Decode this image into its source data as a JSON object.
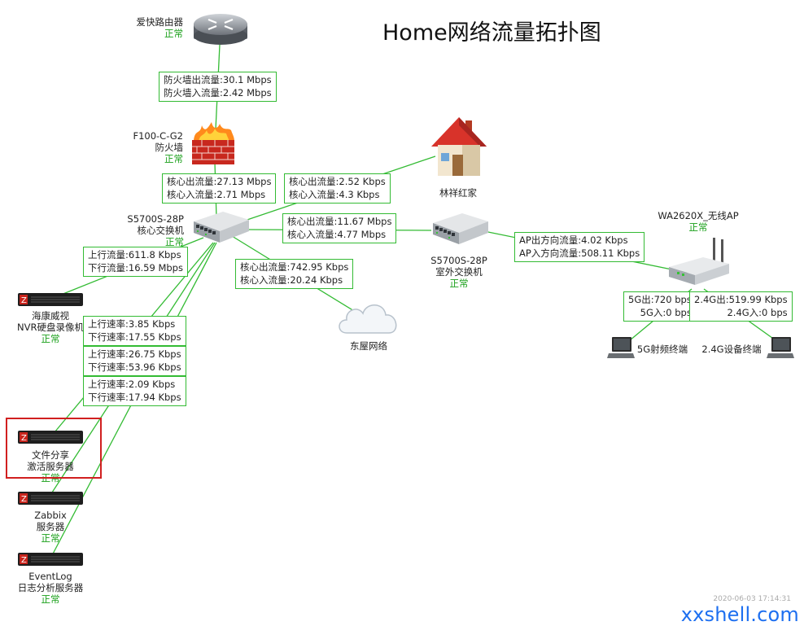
{
  "title": "Home网络流量拓扑图",
  "status_ok": "正常",
  "status_color": "#1aa01a",
  "line_color": "#33bb33",
  "highlight_color": "#d12020",
  "nodes": {
    "router": {
      "name": "爱快路由器",
      "status": "正常",
      "icon": "router-icon"
    },
    "firewall": {
      "name1": "F100-C-G2",
      "name2": "防火墙",
      "status": "正常",
      "icon": "firewall-icon"
    },
    "core_switch": {
      "name1": "S5700S-28P",
      "name2": "核心交换机",
      "status": "正常",
      "icon": "switch-icon"
    },
    "house": {
      "name": "林祥红家",
      "icon": "house-icon"
    },
    "outdoor_switch": {
      "name1": "S5700S-28P",
      "name2": "室外交换机",
      "status": "正常",
      "icon": "switch-icon"
    },
    "ap": {
      "name": "WA2620X_无线AP",
      "status": "正常",
      "icon": "wireless-ap-icon"
    },
    "cloud": {
      "name": "东屋网络",
      "icon": "cloud-icon"
    },
    "nvr": {
      "name1": "海康威视",
      "name2": "NVR硬盘录像机",
      "status": "正常",
      "icon": "server-icon"
    },
    "file_server": {
      "name1": "文件分享",
      "name2": "激活服务器",
      "status": "正常",
      "icon": "server-icon"
    },
    "zabbix": {
      "name1": "Zabbix",
      "name2": "服务器",
      "status": "正常",
      "icon": "server-icon"
    },
    "eventlog": {
      "name1": "EventLog",
      "name2": "日志分析服务器",
      "status": "正常",
      "icon": "server-icon"
    },
    "terminal_5g": {
      "name": "5G射频终端",
      "icon": "laptop-icon"
    },
    "terminal_24g": {
      "name": "2.4G设备终端",
      "icon": "laptop-icon"
    }
  },
  "links": {
    "firewall_router": [
      "防火墙出流量:30.1 Mbps",
      "防火墙入流量:2.42 Mbps"
    ],
    "core_firewall": [
      "核心出流量:27.13 Mbps",
      "核心入流量:2.71 Mbps"
    ],
    "core_house": [
      "核心出流量:2.52 Kbps",
      "核心入流量:4.3 Kbps"
    ],
    "core_outdoor": [
      "核心出流量:11.67 Mbps",
      "核心入流量:4.77 Mbps"
    ],
    "core_cloud": [
      "核心出流量:742.95 Kbps",
      "核心入流量:20.24 Kbps"
    ],
    "ap_outdoor": [
      "AP出方向流量:4.02 Kbps",
      "AP入方向流量:508.11 Kbps"
    ],
    "nvr": [
      "上行流量:611.8 Kbps",
      "下行流量:16.59 Mbps"
    ],
    "file_server": [
      "上行速率:3.85 Kbps",
      "下行速率:17.55 Kbps"
    ],
    "zabbix": [
      "上行速率:26.75 Kbps",
      "下行速率:53.96 Kbps"
    ],
    "eventlog": [
      "上行速率:2.09 Kbps",
      "下行速率:17.94 Kbps"
    ],
    "ap_5g": [
      "5G出:720 bps",
      "5G入:0 bps"
    ],
    "ap_24g": [
      "2.4G出:519.99 Kbps",
      "2.4G入:0 bps"
    ]
  },
  "timestamp": "2020-06-03 17:14:31",
  "watermark": "xxshell.com"
}
